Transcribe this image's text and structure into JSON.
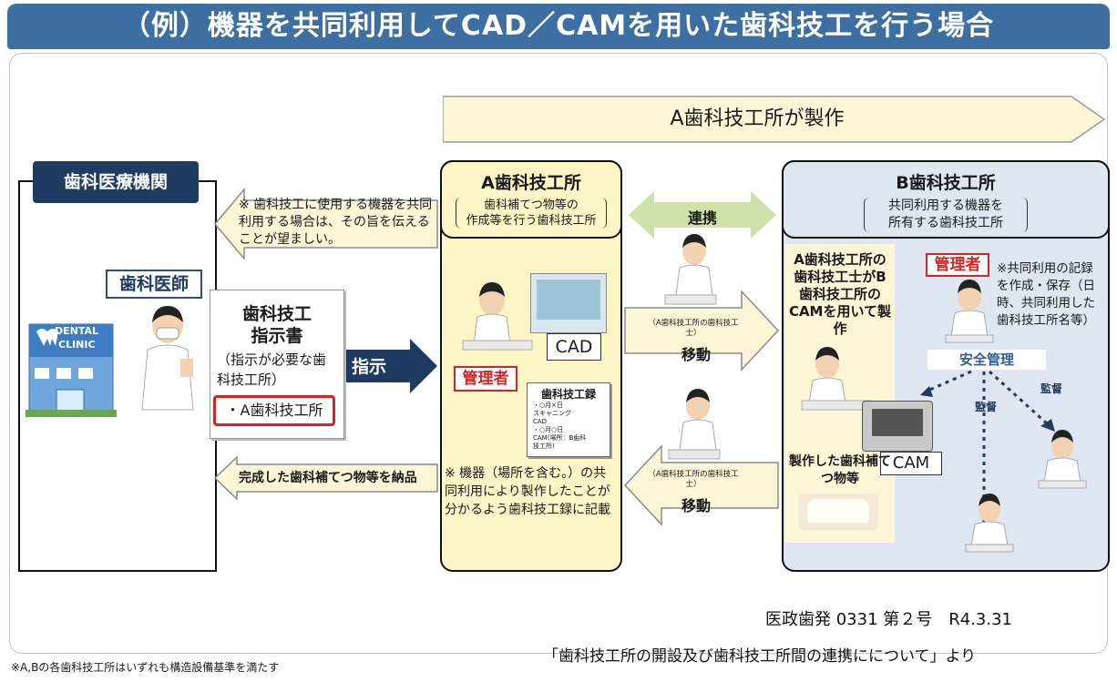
{
  "title": "（例）機器を共同利用してCAD／CAMを用いた歯科技工を行う場合",
  "banner": "A歯科技工所が製作",
  "clinic": {
    "title": "歯科医療機関",
    "dentist_label": "歯科医師",
    "sign_line1": "DENTAL",
    "sign_line2": "CLINIC"
  },
  "note_top": "※ 歯科技工に使用する機器を共同利用する場合は、その旨を伝えることが望ましい。",
  "instruction_doc": {
    "title_line1": "歯科技工",
    "title_line2": "指示書",
    "sub": "（指示が必要な歯科技工所）",
    "lab": "・A歯科技工所"
  },
  "arrow_instruct": "指示",
  "arrow_deliver": "完成した歯科補てつ物等を納品",
  "a_lab": {
    "title": "A歯科技工所",
    "sub_line1": "歯科補てつ物等の",
    "sub_line2": "作成等を行う歯科技工所",
    "cad": "CAD",
    "manager": "管理者",
    "record_title": "歯科技工録",
    "record_lines": [
      "・○月×日",
      "スキャニング",
      "CAD",
      "・○月○日",
      "CAM(場所：B歯科",
      "技工所)"
    ],
    "note": "※ 機器（場所を含む。）の共同利用により製作したことが分かるよう歯科技工録に記載"
  },
  "link": "連携",
  "move": {
    "caption": "（A歯科技工所の歯科技工士）",
    "label": "移動"
  },
  "b_lab": {
    "title": "B歯科技工所",
    "sub_line1": "共同利用する機器を",
    "sub_line2": "所有する歯科技工所",
    "production_note": "A歯科技工所の歯科技工士がB歯科技工所のCAMを用いて製作",
    "manager": "管理者",
    "manager_note": "※共同利用の記録を作成・保存（日時、共同利用した歯科技工所名等）",
    "safety": "安全管理",
    "supervise": "監督",
    "cam": "CAM",
    "product_label": "製作した歯科補てつ物等"
  },
  "reference": {
    "line1": "医政歯発 0331 第２号　R4.3.31",
    "line2": "「歯科技工所の開設及び歯科技工所間の連携にについて」より"
  },
  "footnote": "※A,Bの各歯科技工所はいずれも構造設備基準を満たす",
  "colors": {
    "title_bg": "#3d6fa3",
    "navy": "#1f3b61",
    "yellow": "#fdf5c5",
    "blue_panel": "#dfe6f1",
    "red": "#d62424",
    "green_arrow": "#cfe0a8"
  }
}
